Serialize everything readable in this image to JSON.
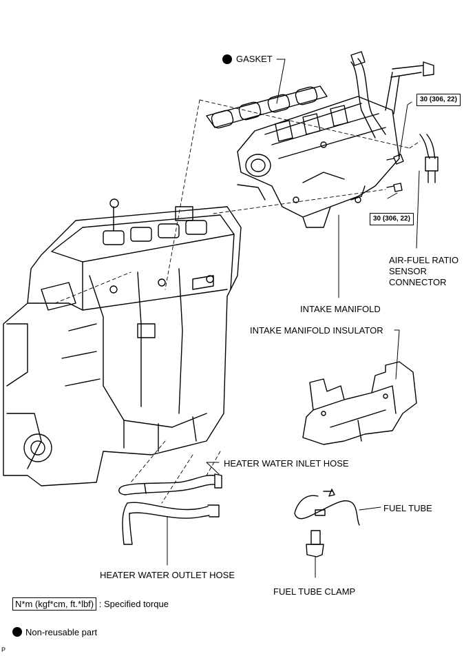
{
  "labels": {
    "gasket": "GASKET",
    "intake_manifold": "INTAKE MANIFOLD",
    "af_sensor": [
      "AIR-FUEL RATIO",
      "SENSOR",
      "CONNECTOR"
    ],
    "insulator": "INTAKE MANIFOLD INSULATOR",
    "heater_inlet": "HEATER WATER INLET HOSE",
    "heater_outlet": "HEATER WATER OUTLET HOSE",
    "fuel_tube": "FUEL TUBE",
    "fuel_tube_clamp": "FUEL TUBE CLAMP"
  },
  "torque": {
    "upper": "30 (306, 22)",
    "lower": "30 (306, 22)"
  },
  "legend": {
    "torque_unit": "N*m (kgf*cm, ft.*lbf)",
    "torque_desc": ": Specified torque",
    "nonreusable": "Non-reusable part"
  },
  "corner_mark": "P"
}
